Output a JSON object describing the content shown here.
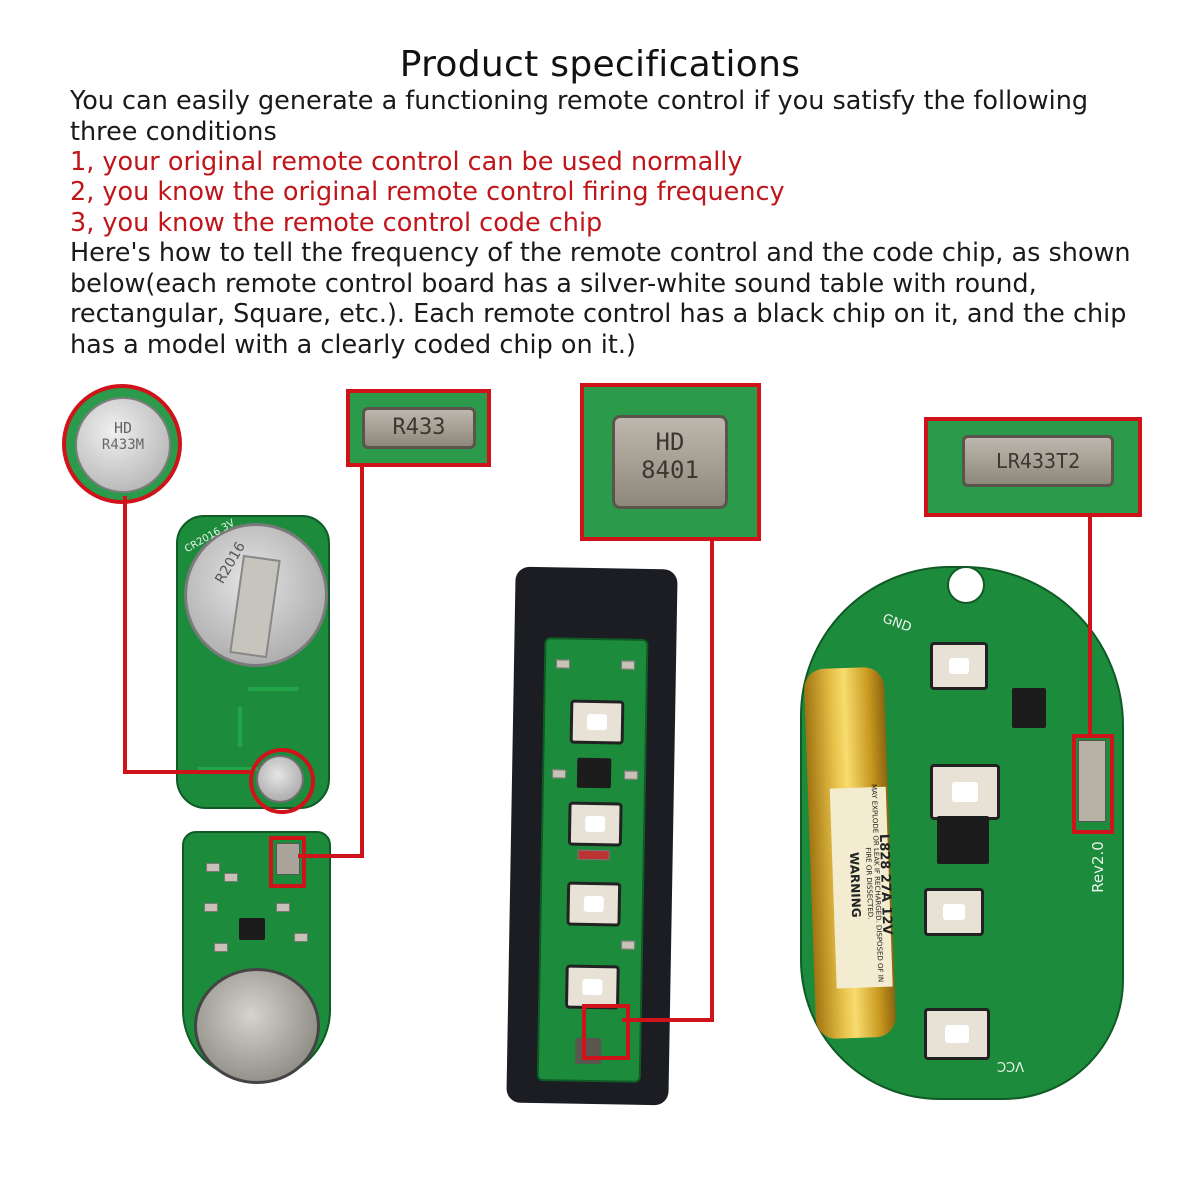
{
  "title": "Product specifications",
  "intro": "You can easily generate a functioning remote control if you satisfy the following three conditions",
  "conditions": [
    "1, your original remote control can be used normally",
    "2, you know the original remote control firing frequency",
    "3, you know the remote control code chip"
  ],
  "explanation": "Here's how to tell the frequency of the remote control and the code chip, as shown below(each remote control board has a silver-white sound table with round, rectangular, Square, etc.). Each remote control has a black chip on it, and the chip has a model with a clearly coded chip on it.)",
  "colors": {
    "highlight": "#d0121b",
    "text": "#1a1a1a",
    "red_text": "#c0151a",
    "pcb": "#1d8b3c"
  },
  "callouts": {
    "round_resonator": [
      "HD",
      "R433M"
    ],
    "rect_resonator_1": "R433",
    "square_chip": [
      "HD",
      "8401"
    ],
    "rect_resonator_2": "LR433T2"
  },
  "board_markings": {
    "cell_label": "CR2016 3V",
    "battery_cap": "R2016",
    "rev": "Rev2.0",
    "gnd": "GND",
    "vcc": "VCC",
    "battery_model": "L828 27A 12V",
    "battery_warning": "WARNING",
    "battery_warning_text": "MAY EXPLODE OR LEAK IF RECHARGED. DISPOSED OF IN FIRE OR DISSECTED."
  }
}
